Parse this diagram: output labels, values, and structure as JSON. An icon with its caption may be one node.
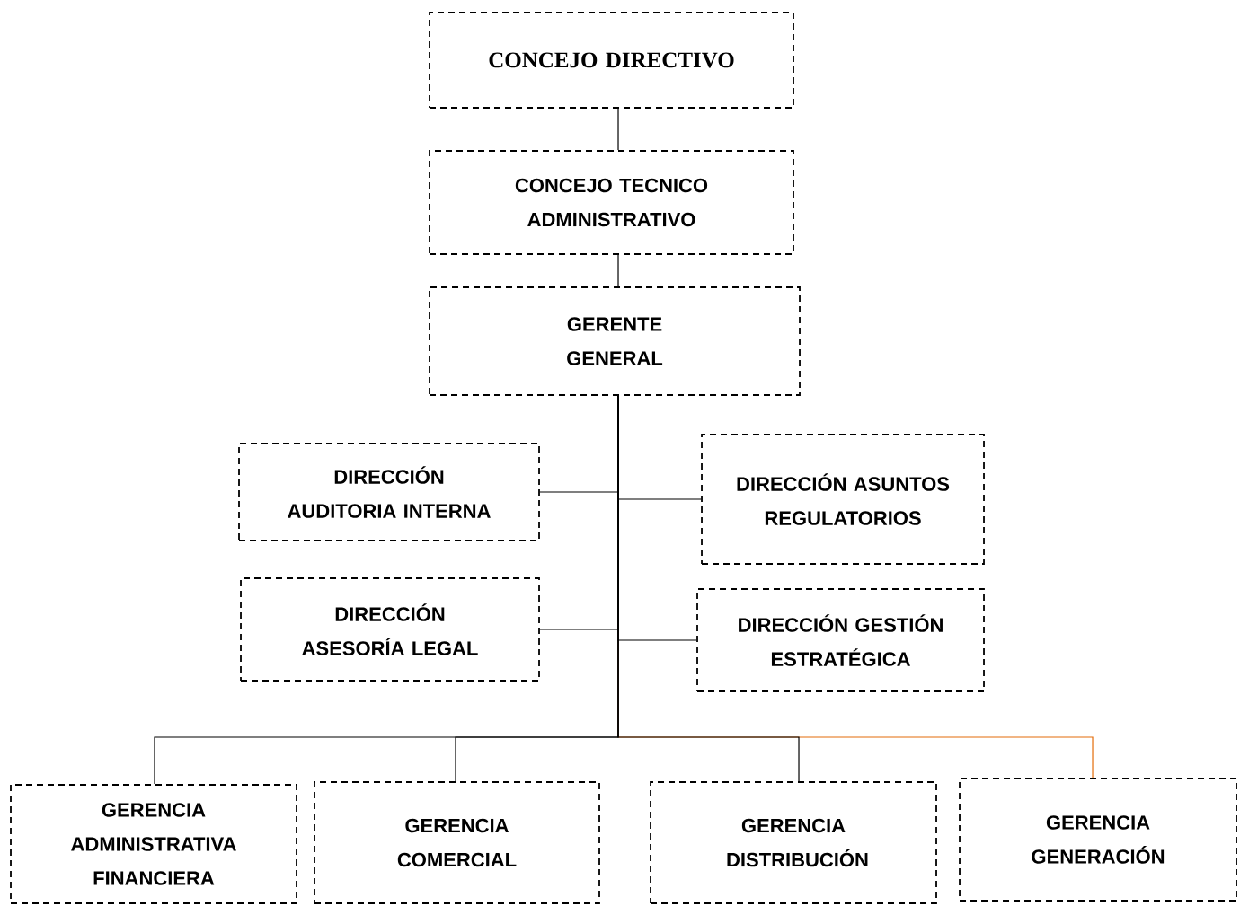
{
  "diagram": {
    "nodes": [
      {
        "text": [
          "CONCEJO DIRECTIVO"
        ]
      },
      {
        "text": [
          "CONCEJO TECNICO ADMINISTRATIVO"
        ]
      },
      {
        "text": [
          "GERENTE GENERAL"
        ]
      },
      {
        "text": [
          "DIRECCIÓN AUDITORIA INTERNA"
        ]
      },
      {
        "text": [
          "DIRECCIÓN ASUNTOS REGULATORIOS"
        ]
      },
      {
        "text": [
          "DIRECCIÓN ASESORÍA LEGAL"
        ]
      },
      {
        "text": [
          "DIRECCIÓN GESTIÓN ESTRATÉGICA"
        ]
      },
      {
        "text": [
          "GERENCIA ADMINISTRATIVA FINANCIERA"
        ]
      },
      {
        "text": [
          "GERENCIA COMERCIAL"
        ]
      },
      {
        "text": [
          "GERENCIA DISTRIBUCIÓN"
        ]
      },
      {
        "text": [
          "GERENCIA GENERACIÓN"
        ]
      }
    ],
    "edges": [
      {
        "from": 0,
        "to": 1,
        "arrow": "none"
      },
      {
        "from": 1,
        "to": 2,
        "arrow": "none"
      },
      {
        "from": 2,
        "to": 3,
        "arrow": "none"
      },
      {
        "from": 2,
        "to": 4,
        "arrow": "none"
      },
      {
        "from": 2,
        "to": 5,
        "arrow": "none"
      },
      {
        "from": 2,
        "to": 6,
        "arrow": "none"
      },
      {
        "from": 2,
        "to": 7,
        "arrow": "none"
      },
      {
        "from": 2,
        "to": 8,
        "arrow": "none"
      },
      {
        "from": 2,
        "to": 9,
        "arrow": "none"
      },
      {
        "from": 2,
        "to": 10,
        "arrow": "none",
        "color": "#e46c0a"
      }
    ]
  }
}
